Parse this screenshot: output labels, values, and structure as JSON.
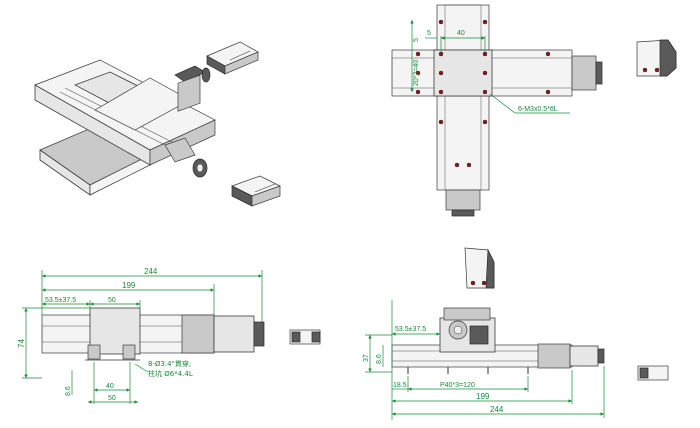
{
  "top_view": {
    "dim_5": "5",
    "dim_40": "40",
    "dim_20x2": "20*2=40",
    "dim_5_side": "5",
    "callout": "6-M3x0.5*6L"
  },
  "front_view": {
    "dim_244": "244",
    "dim_199": "199",
    "dim_53": "53.5±37.5",
    "dim_50_top": "50",
    "dim_74": "74",
    "dim_8_6": "8.6",
    "dim_40": "40",
    "dim_50_bottom": "50",
    "note_line1": "8-Ø3.4\"貫穿;",
    "note_line2": "柱坑 Ø6*4.4L"
  },
  "side_view": {
    "dim_53": "53.5±37.5",
    "dim_37": "37",
    "dim_8_6": "8.6",
    "dim_18_5": "18.5",
    "dim_pitch": "P40*3=120",
    "dim_199": "199",
    "dim_244": "244"
  },
  "colors": {
    "dimension": "#1a8a3a",
    "hole": "#7a2020"
  }
}
